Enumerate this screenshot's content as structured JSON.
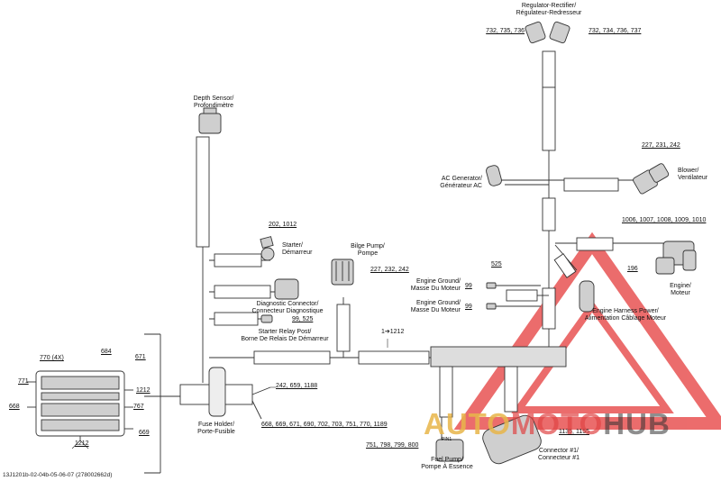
{
  "components": {
    "regulator": "Regulator-Rectifier/\nRégulateur-Redresseur",
    "reg_left_ref": "732, 735, 736",
    "reg_right_ref": "732, 734, 736, 737",
    "depth_sensor": "Depth Sensor/\nProfondimètre",
    "blower_ref": "227, 231, 242",
    "blower": "Blower/\nVentilateur",
    "ac_generator": "AC Generator/\nGénérateur AC",
    "engine_refs": "1006, 1007, 1008, 1009, 1010",
    "starter_ref": "202, 1012",
    "starter": "Starter/\nDémarreur",
    "bilge_pump": "Bilge Pump/\nPompe",
    "bilge_ref": "227, 232, 242",
    "ground_ref_top": "525",
    "engine_ground_1": "Engine Ground/\nMasse Du Moteur",
    "engine_ground_1_ref": "99",
    "engine_ground_2": "Engine Ground/\nMasse Du Moteur",
    "engine_ground_2_ref": "99",
    "engine_ref": "196",
    "engine": "Engine/\nMoteur",
    "diagnostic": "Diagnostic Connector/\nConnecteur Diagnostique",
    "engine_harness": "Engine Harness Power/\nAlimentation Câblage Moteur",
    "relay_ref": "99, 525",
    "relay": "Starter Relay Post/\nBorne De Relais De Démarreur",
    "splice": "1➔1212",
    "fuse_ref_top": "242, 659, 1188",
    "fuse_ref_bottom": "668, 669, 671, 690, 702, 703, 751, 770, 1189",
    "fuse_holder": "Fuse Holder/\nPorte-Fusible",
    "connector_ref": "1135, 1155",
    "connector": "Connector #1/\nConnecteur #1",
    "fuel_ref": "751, 798, 799, 800",
    "fuel_pump": "Fuel Pump/\nPompe À Essence",
    "fuel_pin": "PIN1"
  },
  "block_refs": {
    "r684": "684",
    "r770": "770 (4X)",
    "r671": "671",
    "r771": "771",
    "r1212a": "1212",
    "r668": "668",
    "r767": "767",
    "r669": "669",
    "r1212b": "1212"
  },
  "footer": "13J1201b-02-04b-05-06-07 (278002662d)",
  "watermark": {
    "part1": "AUTO",
    "part2": "MOTO",
    "part3": "HUB"
  }
}
